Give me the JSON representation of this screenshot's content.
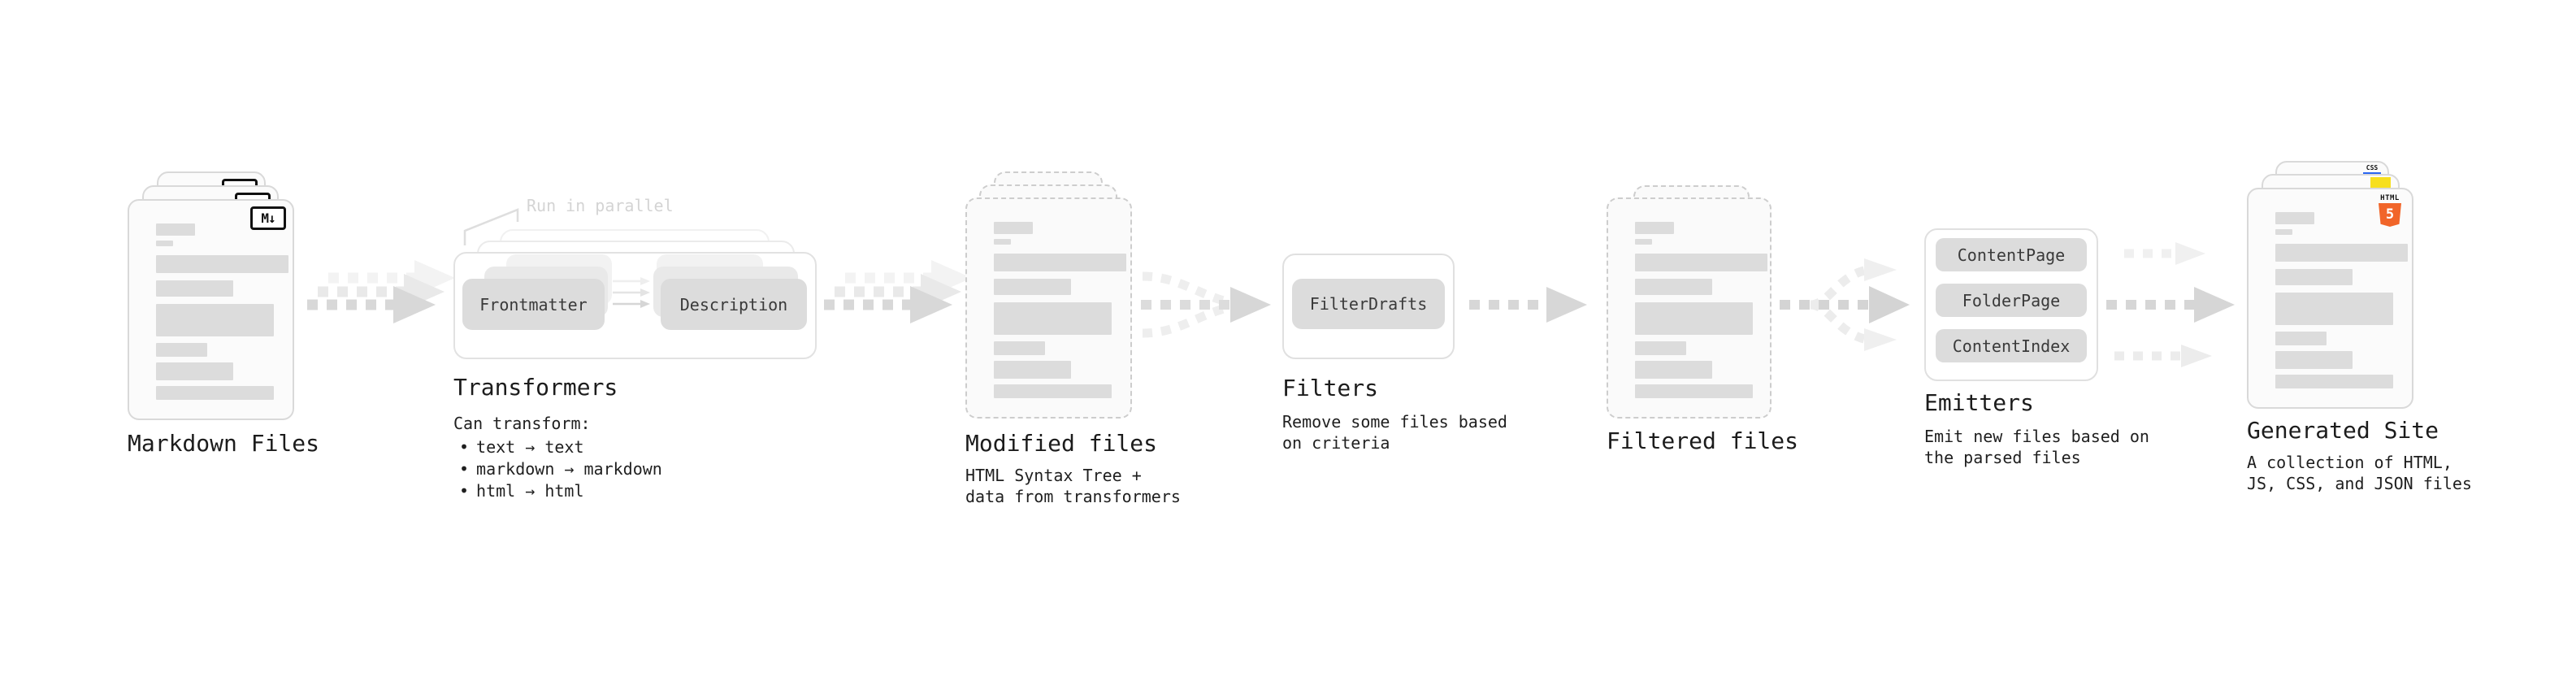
{
  "markdown": {
    "title": "Markdown Files",
    "badge": "M↓"
  },
  "transformers": {
    "title": "Transformers",
    "annotation": "Run in parallel",
    "pill_left": "Frontmatter",
    "pill_right": "Description",
    "desc_heading": "Can transform:",
    "bullet_char": "•",
    "bullets": [
      "text → text",
      "markdown → markdown",
      "html → html"
    ]
  },
  "modified": {
    "title": "Modified files",
    "desc_line1": "HTML Syntax Tree +",
    "desc_line2": "data from transformers"
  },
  "filters": {
    "title": "Filters",
    "pill": "FilterDrafts",
    "desc_line1": "Remove some files based",
    "desc_line2": "on criteria"
  },
  "filtered": {
    "title": "Filtered files"
  },
  "emitters": {
    "title": "Emitters",
    "pills": [
      "ContentPage",
      "FolderPage",
      "ContentIndex"
    ],
    "desc_line1": "Emit new files based on",
    "desc_line2": "the parsed files"
  },
  "generated": {
    "title": "Generated Site",
    "desc_line1": "A collection of HTML,",
    "desc_line2": "JS, CSS, and JSON files",
    "css_badge": "CSS",
    "html_badge": "HTML",
    "html5_number": "5"
  },
  "colors": {
    "background": "#ffffff",
    "title_text": "#1c1c1c",
    "pill_fill": "#dcdcdc",
    "arrow_main": "#d8d8d8",
    "arrow_ghost": "#eeeeee",
    "annotation_gray": "#d4d4d4",
    "html5_orange": "#f16529",
    "js_yellow": "#f7df1e",
    "css_blue": "#2965f1",
    "badge_black": "#111111"
  },
  "placeholder_bars": [
    {
      "w": 48,
      "h": 15,
      "mb": 6
    },
    {
      "w": 21,
      "h": 7,
      "mb": 11
    },
    {
      "w": 163,
      "h": 22,
      "mb": 9
    },
    {
      "w": 95,
      "h": 20,
      "mb": 9
    },
    {
      "w": 145,
      "h": 40,
      "mb": 8
    },
    {
      "w": 63,
      "h": 17,
      "mb": 7
    },
    {
      "w": 95,
      "h": 22,
      "mb": 7
    },
    {
      "w": 145,
      "h": 17,
      "mb": 0
    }
  ]
}
